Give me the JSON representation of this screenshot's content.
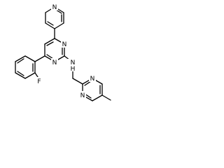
{
  "atoms": [
    {
      "id": "N_pyridine",
      "symbol": "N",
      "color": "#000000"
    },
    {
      "id": "N_pyrimidine_1",
      "symbol": "N",
      "color": "#000000"
    },
    {
      "id": "N_pyrimidine_2",
      "symbol": "N",
      "color": "#000000"
    },
    {
      "id": "F",
      "symbol": "F",
      "color": "#000000"
    },
    {
      "id": "NH_amine",
      "symbol": "NH",
      "color": "#000000"
    },
    {
      "id": "N_methylpyrimidine_1",
      "symbol": "N",
      "color": "#000000"
    },
    {
      "id": "N_methylpyrimidine_2",
      "symbol": "N",
      "color": "#000000"
    }
  ]
}
